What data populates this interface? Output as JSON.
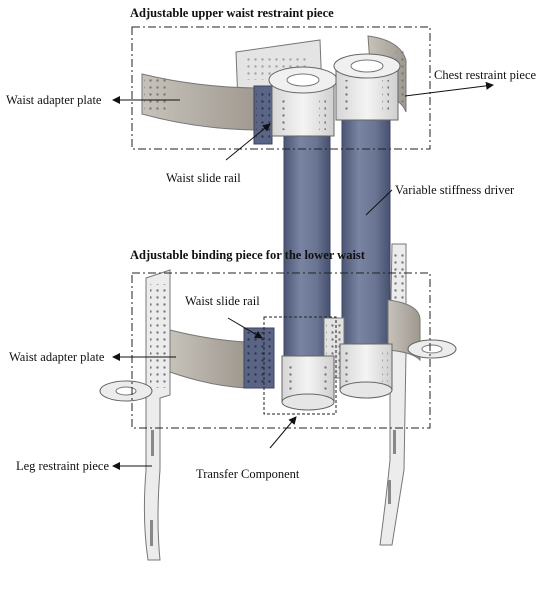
{
  "colors": {
    "tube": "#6f7a96",
    "tube_dark": "#4a5470",
    "plate": "#b2aca3",
    "plate_dark": "#8e8880",
    "metal": "#e9e9e9",
    "metal_edge": "#6a6a6a",
    "ink": "#111111"
  },
  "labels": {
    "upper_header": "Adjustable upper waist restraint piece",
    "lower_header": "Adjustable binding piece for the lower waist",
    "waist_adapter_upper": "Waist adapter plate",
    "waist_slide_upper": "Waist slide rail",
    "chest_restraint": "Chest restraint piece",
    "variable_stiffness": "Variable stiffness driver",
    "waist_slide_lower": "Waist slide rail",
    "waist_adapter_lower": "Waist adapter plate",
    "leg_restraint": "Leg restraint piece",
    "transfer_component": "Transfer Component"
  }
}
